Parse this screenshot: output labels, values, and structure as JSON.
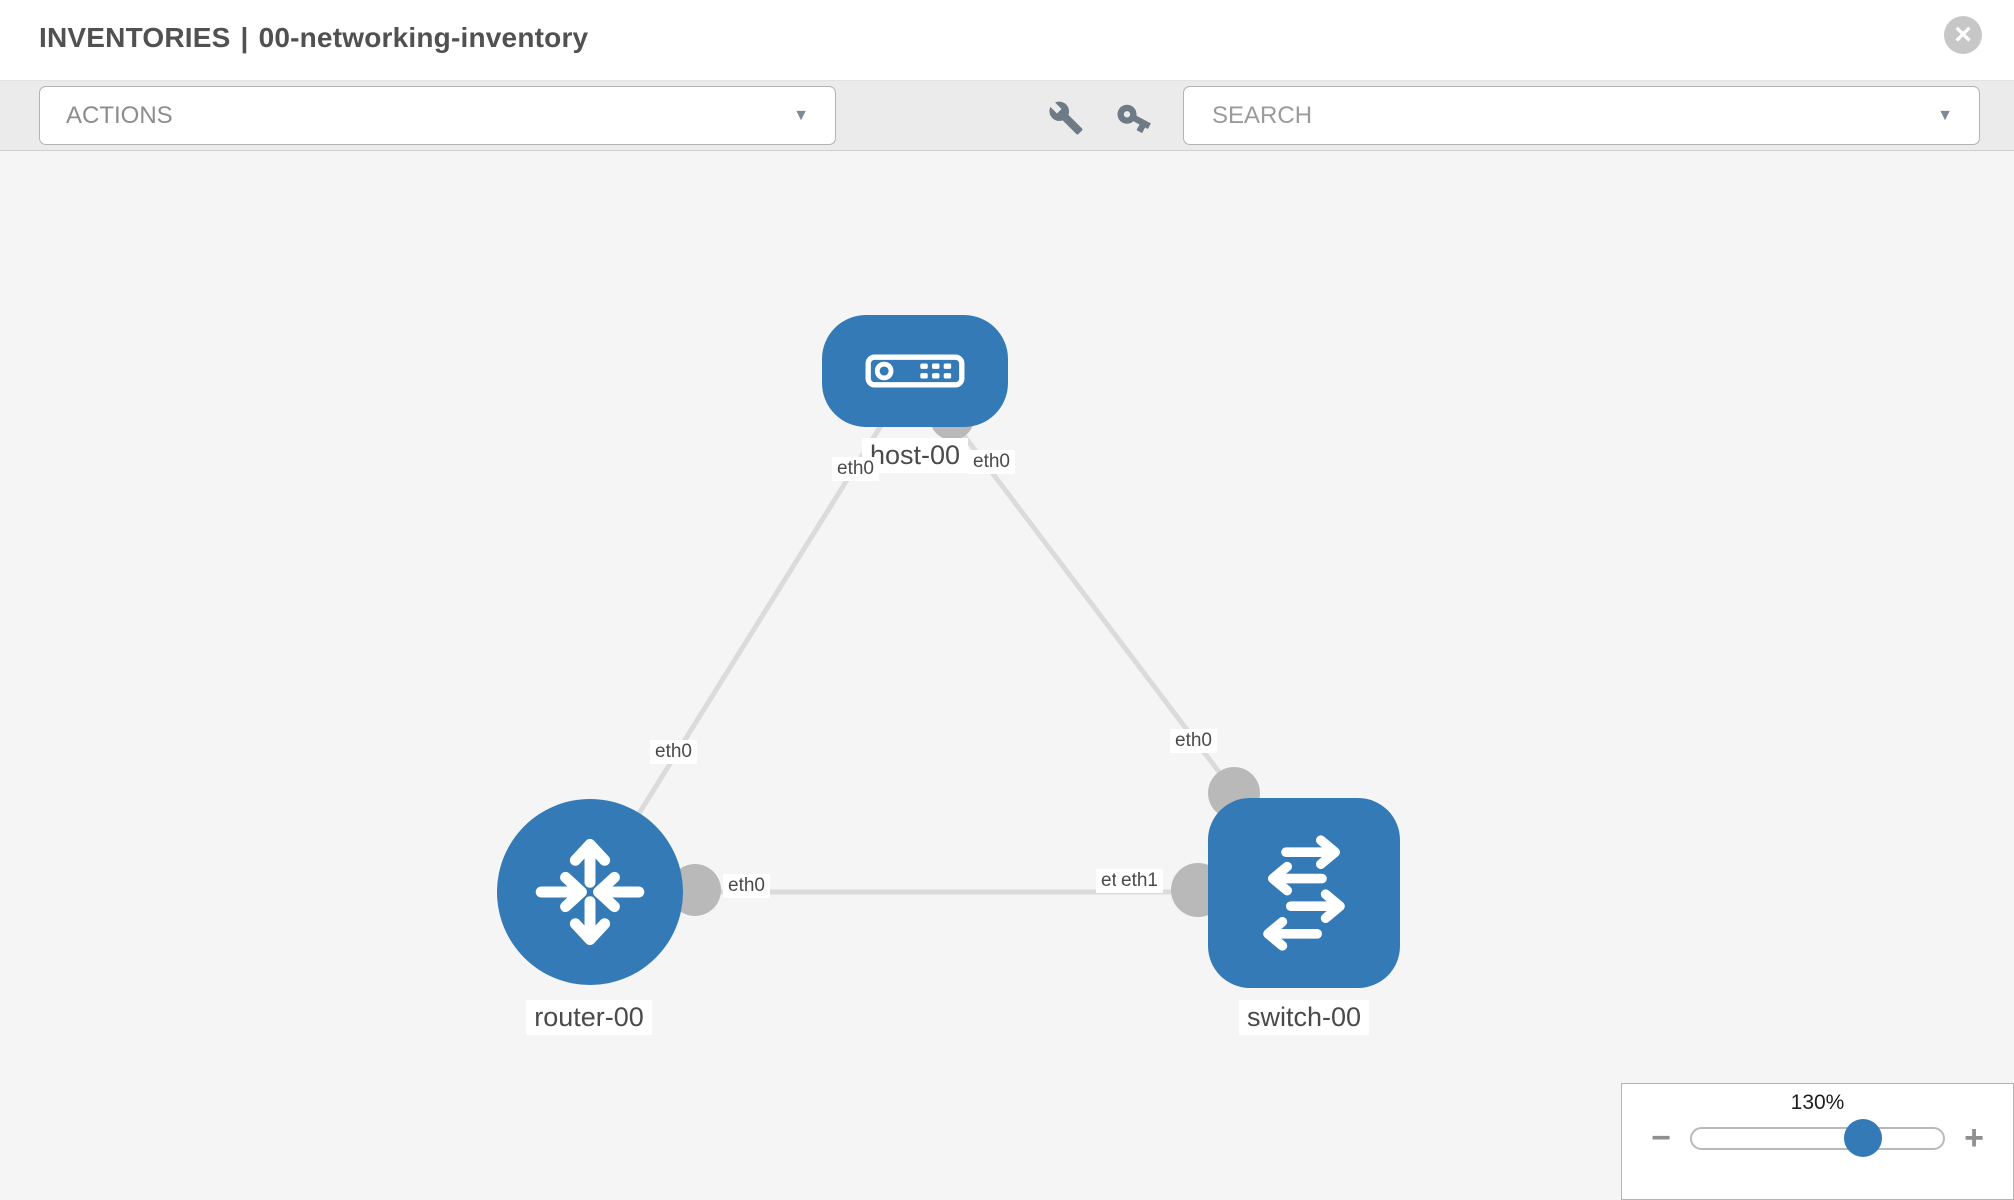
{
  "header": {
    "section": "INVENTORIES",
    "separator": "|",
    "inventory_name": "00-networking-inventory",
    "close_icon": "circle-x",
    "close_glyph": "×"
  },
  "toolbar": {
    "actions_label": "ACTIONS",
    "search_placeholder": "SEARCH",
    "caret_glyph": "▼",
    "icons": [
      "wrench",
      "key"
    ]
  },
  "topology": {
    "nodes": [
      {
        "id": "host-00",
        "type": "host",
        "label": "host-00",
        "icon": "host-icon"
      },
      {
        "id": "router-00",
        "type": "router",
        "label": "router-00",
        "icon": "router-icon"
      },
      {
        "id": "switch-00",
        "type": "switch",
        "label": "switch-00",
        "icon": "switch-icon"
      }
    ],
    "links": [
      {
        "source": "host-00",
        "source_interface": "eth0",
        "target": "router-00",
        "target_interface": "eth0"
      },
      {
        "source": "host-00",
        "source_interface": "eth0",
        "target": "switch-00",
        "target_interface": "eth0"
      },
      {
        "source": "router-00",
        "source_interface": "eth0",
        "target": "switch-00",
        "target_interface": "eth1"
      }
    ]
  },
  "zoom_control": {
    "level": "130%",
    "minus_glyph": "−",
    "plus_glyph": "+"
  },
  "colors": {
    "node_blue": "#337ab7",
    "link_gray": "#dbdbdb",
    "interface_gray": "#b9b9b9",
    "toolbar_bg": "#ebebeb",
    "canvas_bg": "#f5f5f5",
    "icon_gray": "#6e7b87",
    "label_text": "#4a4a4a"
  }
}
